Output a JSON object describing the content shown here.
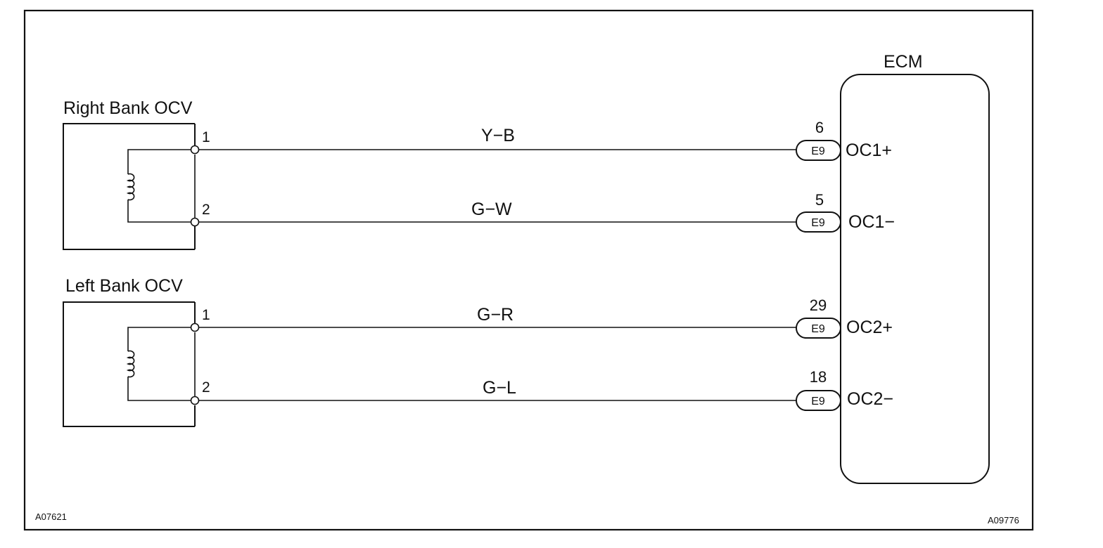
{
  "ecm": {
    "title": "ECM",
    "pins": [
      {
        "number": "6",
        "connector": "E9",
        "signal": "OC1+"
      },
      {
        "number": "5",
        "connector": "E9",
        "signal": "OC1−"
      },
      {
        "number": "29",
        "connector": "E9",
        "signal": "OC2+"
      },
      {
        "number": "18",
        "connector": "E9",
        "signal": "OC2−"
      }
    ]
  },
  "components": [
    {
      "title": "Right Bank OCV",
      "terminals": [
        "1",
        "2"
      ]
    },
    {
      "title": "Left Bank OCV",
      "terminals": [
        "1",
        "2"
      ]
    }
  ],
  "wires": [
    "Y−B",
    "G−W",
    "G−R",
    "G−L"
  ],
  "refs": {
    "left": "A07621",
    "right": "A09776"
  },
  "colors": {
    "line": "#111111",
    "background": "#ffffff"
  }
}
